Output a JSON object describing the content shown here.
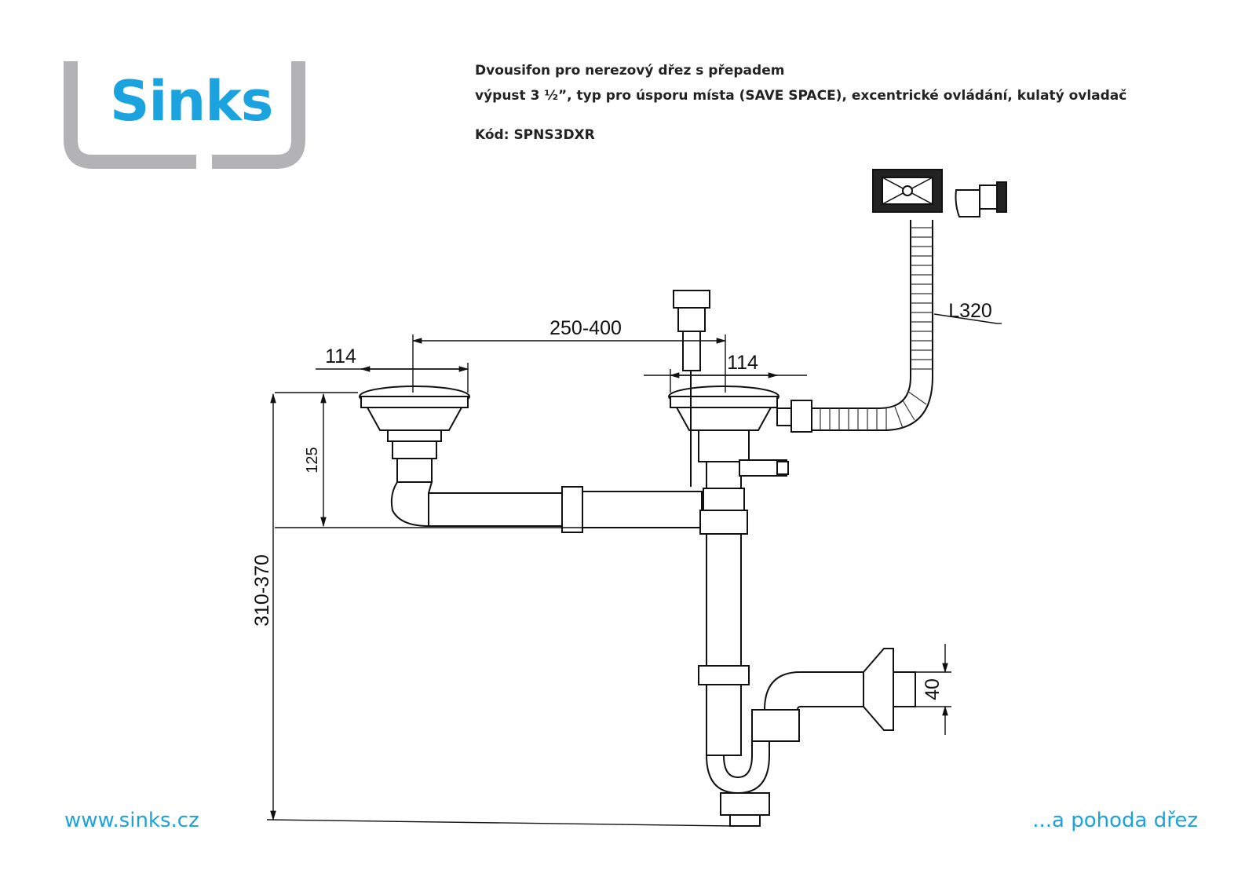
{
  "brand": {
    "logo_text": "Sinks"
  },
  "header": {
    "title": "Dvousifon pro nerezový dřez s přepadem",
    "subtitle": "výpust 3 ½”, typ pro úsporu místa (SAVE SPACE), excentrické ovládání, kulatý ovladač",
    "code": "Kód: SPNS3DXR"
  },
  "dimensions": {
    "spacing": "250-400",
    "left_strainer": "114",
    "right_strainer": "114",
    "overflow_hose": "L320",
    "height_inlet": "125",
    "height_total": "310-370",
    "outlet_height": "40"
  },
  "footer": {
    "website": "www.sinks.cz",
    "slogan": "...a pohoda dřez"
  },
  "colors": {
    "brand_blue": "#1aa3df",
    "logo_grey": "#b3b3b6",
    "line": "#111111"
  }
}
